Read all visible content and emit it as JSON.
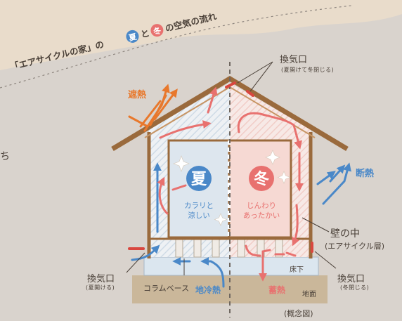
{
  "title": {
    "prefix": "「エアサイクルの家」の",
    "summer_char": "夏",
    "mid": "と",
    "winter_char": "冬",
    "suffix": "の空気の流れ"
  },
  "summer_room": {
    "badge": "夏",
    "line1": "カラリと",
    "line2": "涼しい"
  },
  "winter_room": {
    "badge": "冬",
    "line1": "じんわり",
    "line2": "あったかい"
  },
  "labels": {
    "shielding_heat": "遮熱",
    "insulation": "断熱",
    "vent_top": "換気口",
    "vent_top_note": "(夏開けて冬閉じる)",
    "wall_inside": "壁の中",
    "wall_inside_note": "(エアサイクル層)",
    "vent_left": "換気口",
    "vent_left_note": "(夏開ける)",
    "vent_right": "換気口",
    "vent_right_note": "(冬閉じる)",
    "column_base": "コラムベース",
    "ground_cold": "地冷熱",
    "heat_storage": "蓄熱",
    "underfloor": "床下",
    "ground": "地面",
    "concept": "(概念図)",
    "edge_char": "ち"
  },
  "colors": {
    "summer_blue": "#4a88c8",
    "winter_red": "#e8716f",
    "heat_orange": "#e8782c",
    "wood_brown": "#9a6a3c",
    "background": "#d9d3cd"
  }
}
